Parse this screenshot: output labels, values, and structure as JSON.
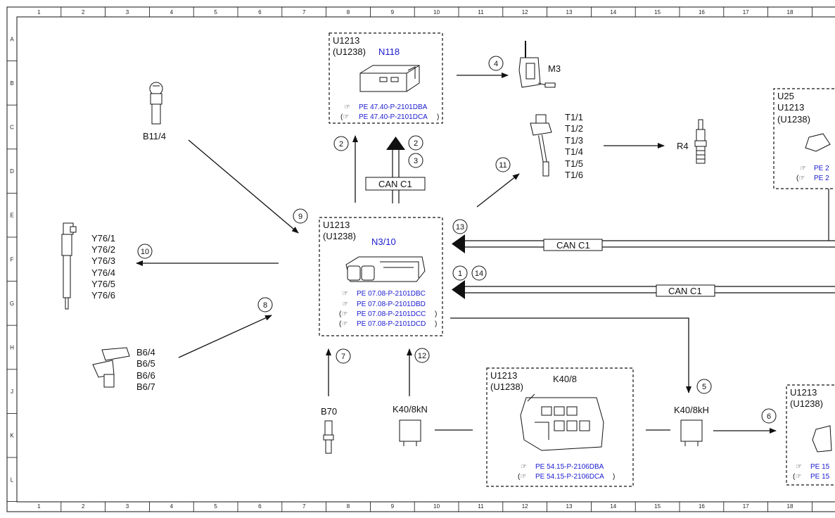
{
  "grid": {
    "columns": [
      "1",
      "2",
      "3",
      "4",
      "5",
      "6",
      "7",
      "8",
      "9",
      "10",
      "11",
      "12",
      "13",
      "14",
      "15",
      "16",
      "17",
      "18"
    ],
    "rows": [
      "A",
      "B",
      "C",
      "D",
      "E",
      "F",
      "G",
      "H",
      "J",
      "K",
      "L"
    ]
  },
  "modules": {
    "n118": {
      "code1": "U1213",
      "code2": "(U1238)",
      "name": "N118",
      "refs": [
        "PE 47.40-P-2101DBA",
        "PE 47.40-P-2101DCA"
      ]
    },
    "n310": {
      "code1": "U1213",
      "code2": "(U1238)",
      "name": "N3/10",
      "refs": [
        "PE 07.08-P-2101DBC",
        "PE 07.08-P-2101DBD",
        "PE 07.08-P-2101DCC",
        "PE 07.08-P-2101DCD"
      ]
    },
    "k408": {
      "code1": "U1213",
      "code2": "(U1238)",
      "name": "K40/8",
      "refs": [
        "PE 54.15-P-2106DBA",
        "PE 54.15-P-2106DCA"
      ]
    },
    "u25": {
      "code0": "U25",
      "code1": "U1213",
      "code2": "(U1238)",
      "refs": [
        "PE 2",
        "PE 2"
      ]
    },
    "br": {
      "code1": "U1213",
      "code2": "(U1238)",
      "refs": [
        "PE 15",
        "PE 15"
      ]
    }
  },
  "components": {
    "b114": "B11/4",
    "m3": "M3",
    "r4": "R4",
    "b70": "B70",
    "k408kn": "K40/8kN",
    "k408kh": "K40/8kH",
    "y76": [
      "Y76/1",
      "Y76/2",
      "Y76/3",
      "Y76/4",
      "Y76/5",
      "Y76/6"
    ],
    "t1": [
      "T1/1",
      "T1/2",
      "T1/3",
      "T1/4",
      "T1/5",
      "T1/6"
    ],
    "b6": [
      "B6/4",
      "B6/5",
      "B6/6",
      "B6/7"
    ]
  },
  "bus": {
    "can_top": "CAN C1",
    "can_mid": "CAN C1",
    "can_low": "CAN C1"
  },
  "signals": [
    "1",
    "2",
    "2",
    "3",
    "4",
    "5",
    "6",
    "7",
    "8",
    "9",
    "10",
    "11",
    "12",
    "13",
    "14"
  ]
}
